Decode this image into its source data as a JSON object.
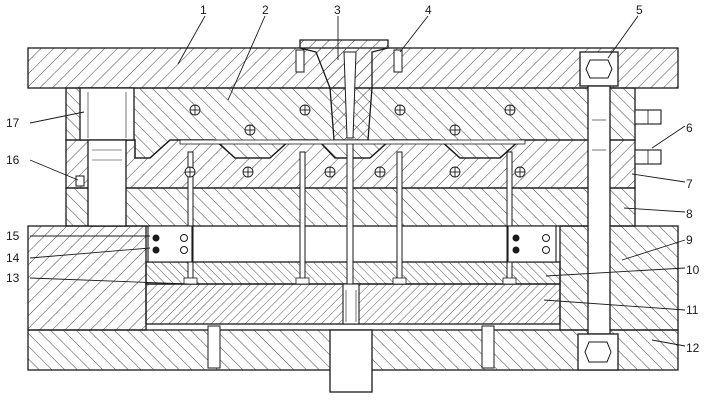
{
  "diagram": {
    "kind": "injection-mould-cross-section",
    "line_color": "#1a1a1a",
    "hatch_color": "#444444",
    "background": "#ffffff",
    "callouts": [
      {
        "id": "1",
        "label": "1"
      },
      {
        "id": "2",
        "label": "2"
      },
      {
        "id": "3",
        "label": "3"
      },
      {
        "id": "4",
        "label": "4"
      },
      {
        "id": "5",
        "label": "5"
      },
      {
        "id": "6",
        "label": "6"
      },
      {
        "id": "7",
        "label": "7"
      },
      {
        "id": "8",
        "label": "8"
      },
      {
        "id": "9",
        "label": "9"
      },
      {
        "id": "10",
        "label": "10"
      },
      {
        "id": "11",
        "label": "11"
      },
      {
        "id": "12",
        "label": "12"
      },
      {
        "id": "13",
        "label": "13"
      },
      {
        "id": "14",
        "label": "14"
      },
      {
        "id": "15",
        "label": "15"
      },
      {
        "id": "16",
        "label": "16"
      },
      {
        "id": "17",
        "label": "17"
      }
    ]
  }
}
